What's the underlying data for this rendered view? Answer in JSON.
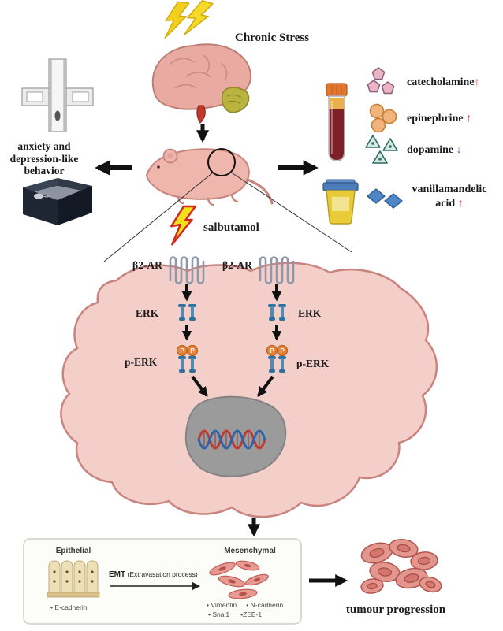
{
  "header": {
    "title": "Chronic Stress"
  },
  "left_panel": {
    "behavior_label": "anxiety and depression-like behavior"
  },
  "right_panel": {
    "markers": [
      {
        "label": "catecholamine",
        "arrow": "↑",
        "direction": "up"
      },
      {
        "label": "epinephrine",
        "arrow": "↑",
        "direction": "up"
      },
      {
        "label": "dopamine",
        "arrow": "↓",
        "direction": "down"
      },
      {
        "label": "vanillamandelic acid",
        "arrow": "↑",
        "direction": "up"
      }
    ]
  },
  "salbutamol": {
    "label": "salbutamol"
  },
  "cell": {
    "receptor_labels": [
      "β2-AR",
      "β2-AR"
    ],
    "erk_labels": [
      "ERK",
      "ERK"
    ],
    "perk_labels": [
      "p-ERK",
      "p-ERK"
    ],
    "phospho_label": "P"
  },
  "emt_panel": {
    "epithelial_title": "Epithelial",
    "emt_label": "EMT",
    "emt_sublabel": "(Extravasation process)",
    "mesenchymal_title": "Mesenchymal",
    "epithelial_marker": "• E-cadherin",
    "mesenchymal_markers": [
      "• Vimentin",
      "• N-cadherin",
      "• Snai1",
      "•ZEB-1"
    ]
  },
  "footer": {
    "tumour_label": "tumour progression"
  },
  "icons": {
    "lightning": "zigzag-bolt",
    "brain": "brain-illustration",
    "mouse": "lab-mouse",
    "plus_maze": "elevated-plus-maze",
    "dark_box": "open-field-box",
    "blood_tube": "blood-collection-tube",
    "urine_cup": "urine-sample-cup",
    "catecholamine": "pentagon-cluster",
    "epinephrine": "circle-cluster",
    "dopamine": "triangle-cluster",
    "vanillamandelic_acid": "diamond-pair",
    "receptor": "transmembrane-receptor",
    "dna": "dna-double-helix"
  },
  "colors": {
    "up_arrow": "#d3342b",
    "down_arrow": "#3a64c4",
    "lightning_yellow": "#f2cf1d",
    "salbutamol_bolt_yellow": "#f5e01e",
    "salbutamol_bolt_red": "#d42b1f",
    "cell_fill": "#f4cfca",
    "cell_stroke": "#c9847f",
    "nucleus_gray": "#9b9b9b",
    "phospho_orange": "#e8833a",
    "erk_blue": "#2e6f9e"
  }
}
